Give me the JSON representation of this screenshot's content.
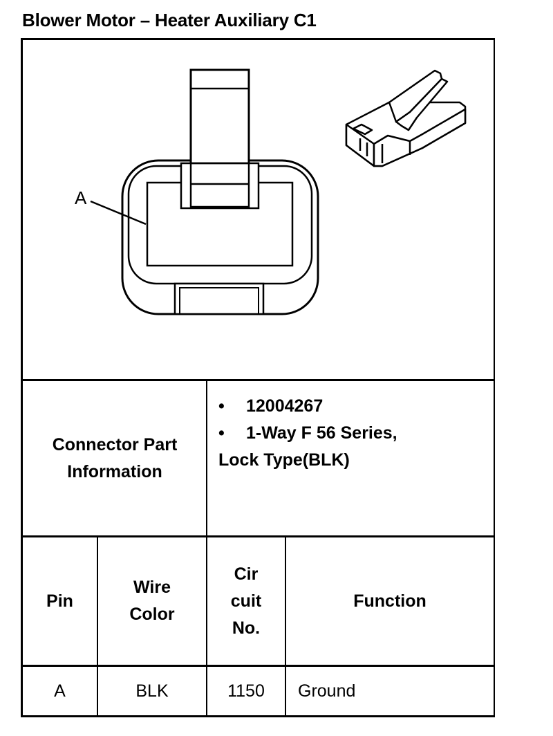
{
  "title": "Blower Motor – Heater Auxiliary C1",
  "diagram": {
    "callout_label": "A"
  },
  "connector_part_info": {
    "label_line1": "Connector Part",
    "label_line2": "Information",
    "bullet": "•",
    "part_number": "12004267",
    "description_line1": "1-Way F 56 Series,",
    "description_line2": "Lock Type(BLK)"
  },
  "table": {
    "headers": {
      "pin": "Pin",
      "wire_color_1": "Wire",
      "wire_color_2": "Color",
      "circuit_1": "Cir",
      "circuit_2": "cuit",
      "circuit_3": "No.",
      "function": "Function"
    },
    "rows": [
      {
        "pin": "A",
        "wire_color": "BLK",
        "circuit": "1150",
        "function": "Ground"
      }
    ]
  }
}
